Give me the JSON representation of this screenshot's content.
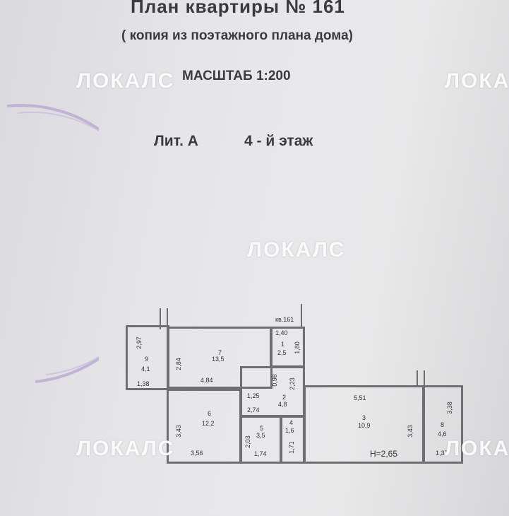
{
  "header": {
    "title": "План квартиры  № 161",
    "subtitle": "( копия из поэтажного плана дома)",
    "scale": "МАСШТАБ  1:200",
    "lit": "Лит.  А",
    "floor": "4 - й этаж"
  },
  "watermark": "ЛОКАЛС",
  "plan": {
    "apartment_label": "кв.161",
    "height_note": "H=2,65",
    "rooms": [
      {
        "num": "1",
        "area": "2,5",
        "dims": [
          "1,40",
          "1,80"
        ]
      },
      {
        "num": "2",
        "area": "4,8",
        "dims": [
          "2,23",
          "0,98",
          "1,25",
          "2,74"
        ]
      },
      {
        "num": "3",
        "area": "10,9",
        "dims": [
          "5,51",
          "3,43"
        ]
      },
      {
        "num": "4",
        "area": "1,6",
        "dims": [
          "1,71"
        ]
      },
      {
        "num": "5",
        "area": "3,5",
        "dims": [
          "2,03",
          "1,74"
        ]
      },
      {
        "num": "6",
        "area": "12,2",
        "dims": [
          "3,43",
          "3,56"
        ]
      },
      {
        "num": "7",
        "area": "13,5",
        "dims": [
          "2,84",
          "4,84"
        ]
      },
      {
        "num": "8",
        "area": "4,6",
        "dims": [
          "3,38",
          "1,37"
        ]
      },
      {
        "num": "9",
        "area": "4,1",
        "dims": [
          "2,97",
          "1,38"
        ]
      }
    ]
  }
}
